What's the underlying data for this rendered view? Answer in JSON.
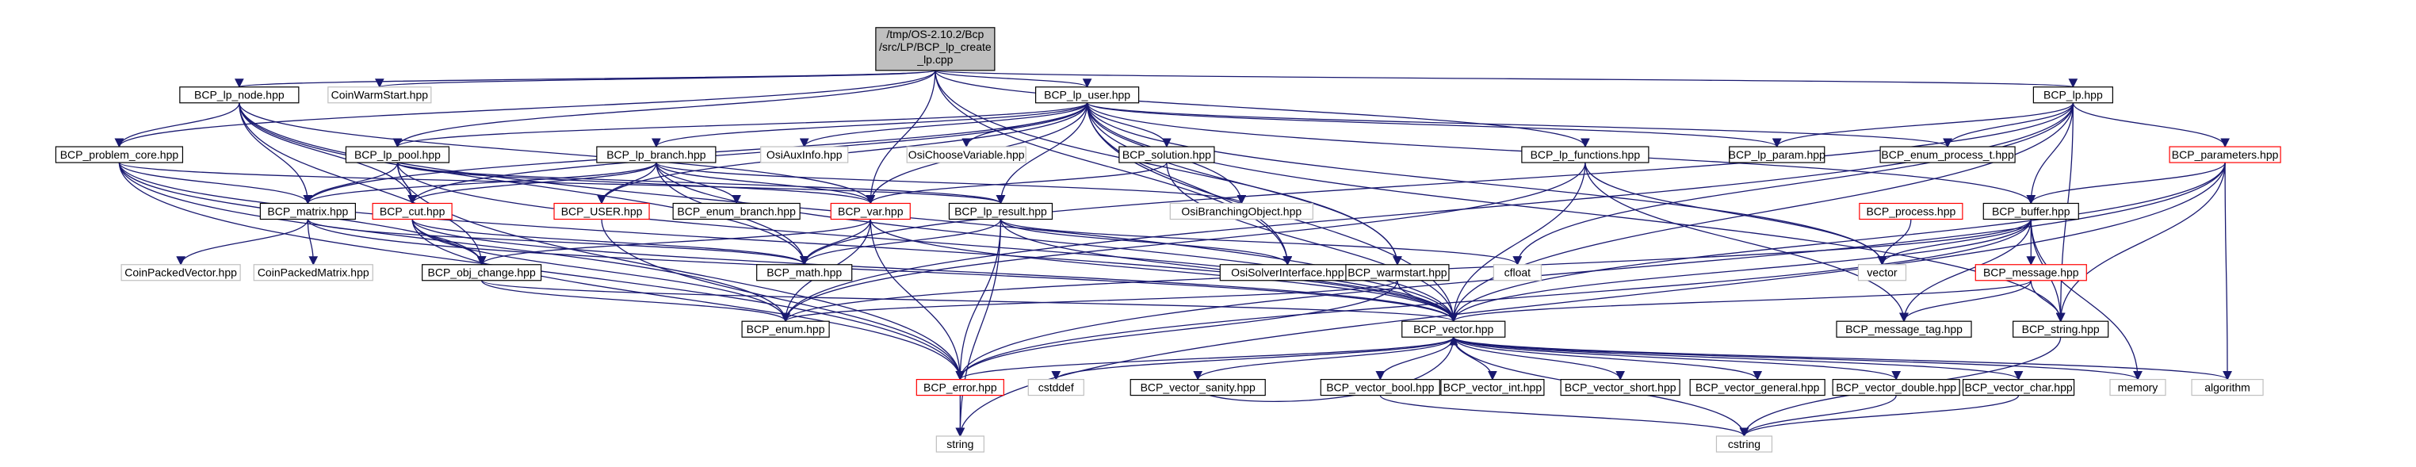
{
  "nodes": {
    "root_line1": "/tmp/OS-2.10.2/Bcp",
    "root_line2": "/src/LP/BCP_lp_create",
    "root_line3": "_lp.cpp",
    "bcp_lp_node": "BCP_lp_node.hpp",
    "coin_warm_start": "CoinWarmStart.hpp",
    "bcp_lp_user": "BCP_lp_user.hpp",
    "bcp_lp": "BCP_lp.hpp",
    "bcp_problem_core": "BCP_problem_core.hpp",
    "bcp_lp_pool": "BCP_lp_pool.hpp",
    "bcp_lp_branch": "BCP_lp_branch.hpp",
    "osi_aux_info": "OsiAuxInfo.hpp",
    "osi_choose_variable": "OsiChooseVariable.hpp",
    "bcp_solution": "BCP_solution.hpp",
    "bcp_lp_functions": "BCP_lp_functions.hpp",
    "bcp_lp_param": "BCP_lp_param.hpp",
    "bcp_enum_process_t": "BCP_enum_process_t.hpp",
    "bcp_parameters": "BCP_parameters.hpp",
    "bcp_matrix": "BCP_matrix.hpp",
    "bcp_cut": "BCP_cut.hpp",
    "bcp_user": "BCP_USER.hpp",
    "bcp_enum_branch": "BCP_enum_branch.hpp",
    "bcp_var": "BCP_var.hpp",
    "bcp_lp_result": "BCP_lp_result.hpp",
    "osi_branching_object": "OsiBranchingObject.hpp",
    "bcp_process": "BCP_process.hpp",
    "bcp_buffer": "BCP_buffer.hpp",
    "coin_packed_vector": "CoinPackedVector.hpp",
    "coin_packed_matrix": "CoinPackedMatrix.hpp",
    "bcp_obj_change": "BCP_obj_change.hpp",
    "bcp_math": "BCP_math.hpp",
    "osi_solver_interface": "OsiSolverInterface.hpp",
    "bcp_warmstart": "BCP_warmstart.hpp",
    "cfloat": "cfloat",
    "vector": "vector",
    "bcp_message": "BCP_message.hpp",
    "bcp_enum": "BCP_enum.hpp",
    "bcp_vector": "BCP_vector.hpp",
    "bcp_message_tag": "BCP_message_tag.hpp",
    "bcp_string": "BCP_string.hpp",
    "bcp_error": "BCP_error.hpp",
    "cstddef": "cstddef",
    "bcp_vector_sanity": "BCP_vector_sanity.hpp",
    "bcp_vector_bool": "BCP_vector_bool.hpp",
    "bcp_vector_int": "BCP_vector_int.hpp",
    "bcp_vector_short": "BCP_vector_short.hpp",
    "bcp_vector_general": "BCP_vector_general.hpp",
    "bcp_vector_double": "BCP_vector_double.hpp",
    "bcp_vector_char": "BCP_vector_char.hpp",
    "memory": "memory",
    "algorithm": "algorithm",
    "string": "string",
    "cstring": "cstring"
  },
  "colors": {
    "edge": "#191970",
    "box_border_documented": "#000000",
    "box_border_undocumented": "#ff0000",
    "box_border_external": "#bfbfbf",
    "root_fill": "#bfbfbf",
    "text": "#000000"
  }
}
